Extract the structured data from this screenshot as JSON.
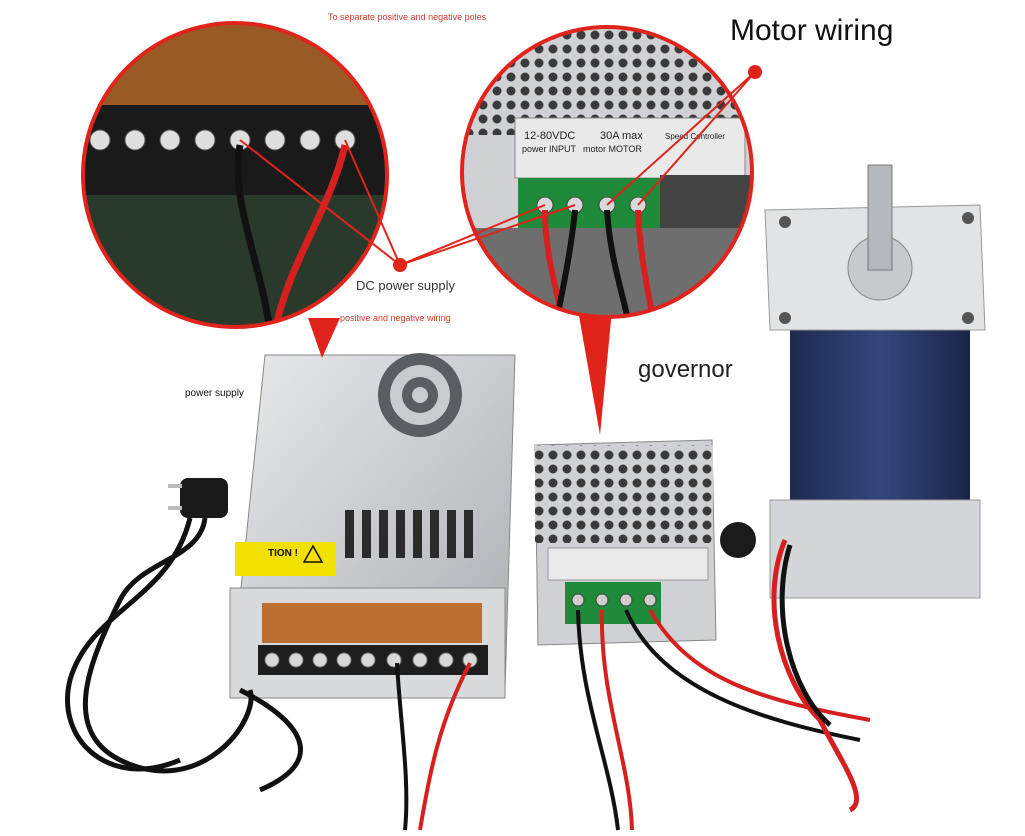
{
  "labels": {
    "separate_poles": "To separate positive and negative poles",
    "motor_wiring": "Motor wiring",
    "dc_power_supply": "DC power supply",
    "pos_neg_wiring": "positive and negative wiring",
    "governor": "governor",
    "power_supply": "power supply"
  },
  "governor_panel": {
    "voltage": "12-80VDC",
    "current": "30A max",
    "input": "power INPUT",
    "output": "motor MOTOR",
    "controller": "Speed Controller"
  },
  "psu_caution": "TION !",
  "colors": {
    "annotation_red": "#e0231b",
    "motor_blue": "#2b3a66",
    "terminal_green": "#1f8a3a"
  }
}
